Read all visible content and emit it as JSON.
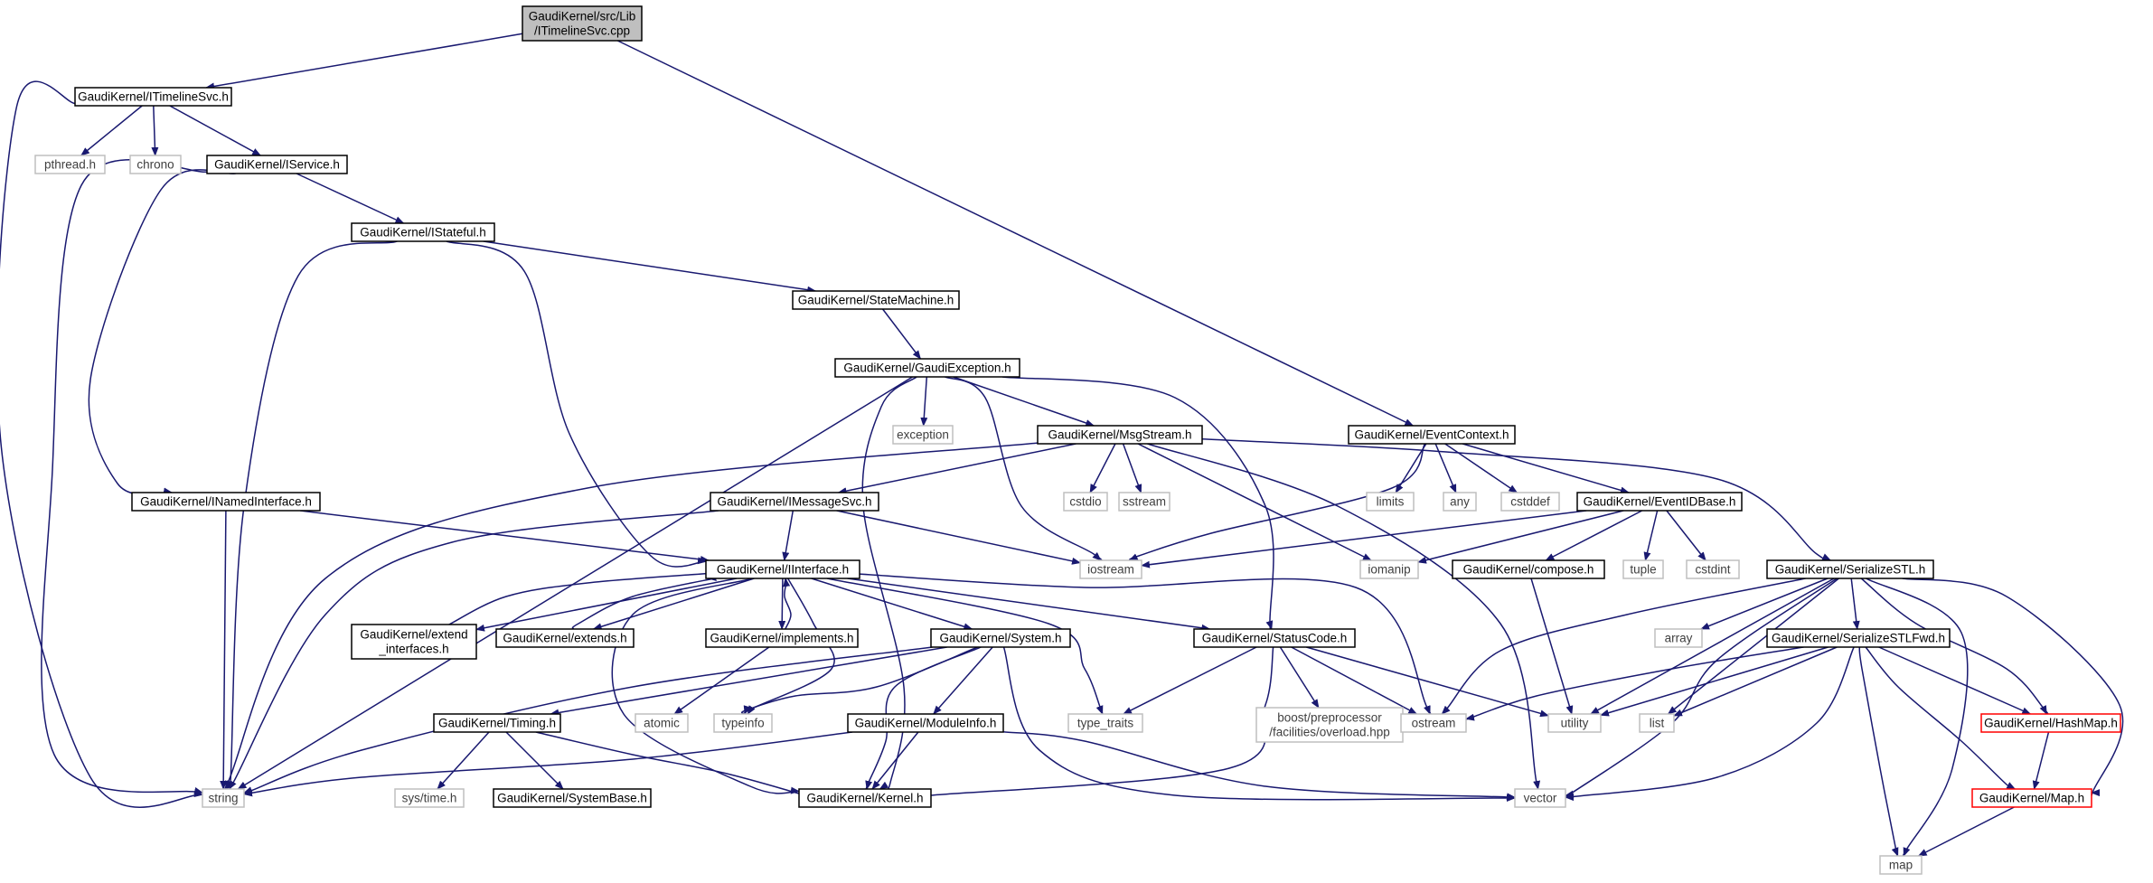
{
  "colors": {
    "edge": "#191970",
    "root_fill": "#bfbfbf",
    "node_border": "#000000",
    "external_border": "#bfbfbf",
    "truncated_border": "#ff0000"
  },
  "nodes": [
    {
      "id": "root",
      "lines": [
        "GaudiKernel/src/Lib",
        "/ITimelineSvc.cpp"
      ],
      "style": "root"
    },
    {
      "id": "itimelinesvc",
      "lines": [
        "GaudiKernel/ITimelineSvc.h"
      ],
      "style": "normal"
    },
    {
      "id": "pthread",
      "lines": [
        "pthread.h"
      ],
      "style": "external"
    },
    {
      "id": "chrono",
      "lines": [
        "chrono"
      ],
      "style": "external"
    },
    {
      "id": "iservice",
      "lines": [
        "GaudiKernel/IService.h"
      ],
      "style": "normal"
    },
    {
      "id": "istateful",
      "lines": [
        "GaudiKernel/IStateful.h"
      ],
      "style": "normal"
    },
    {
      "id": "statemachine",
      "lines": [
        "GaudiKernel/StateMachine.h"
      ],
      "style": "normal"
    },
    {
      "id": "gaudiexception",
      "lines": [
        "GaudiKernel/GaudiException.h"
      ],
      "style": "normal"
    },
    {
      "id": "exception",
      "lines": [
        "exception"
      ],
      "style": "external"
    },
    {
      "id": "msgstream",
      "lines": [
        "GaudiKernel/MsgStream.h"
      ],
      "style": "normal"
    },
    {
      "id": "eventcontext",
      "lines": [
        "GaudiKernel/EventContext.h"
      ],
      "style": "normal"
    },
    {
      "id": "inamedinterface",
      "lines": [
        "GaudiKernel/INamedInterface.h"
      ],
      "style": "normal"
    },
    {
      "id": "imessagesvc",
      "lines": [
        "GaudiKernel/IMessageSvc.h"
      ],
      "style": "normal"
    },
    {
      "id": "cstdio",
      "lines": [
        "cstdio"
      ],
      "style": "external"
    },
    {
      "id": "sstream",
      "lines": [
        "sstream"
      ],
      "style": "external"
    },
    {
      "id": "limits",
      "lines": [
        "limits"
      ],
      "style": "external"
    },
    {
      "id": "any",
      "lines": [
        "any"
      ],
      "style": "external"
    },
    {
      "id": "cstddef",
      "lines": [
        "cstddef"
      ],
      "style": "external"
    },
    {
      "id": "eventidbase",
      "lines": [
        "GaudiKernel/EventIDBase.h"
      ],
      "style": "normal"
    },
    {
      "id": "iinterface",
      "lines": [
        "GaudiKernel/IInterface.h"
      ],
      "style": "normal"
    },
    {
      "id": "iostream",
      "lines": [
        "iostream"
      ],
      "style": "external"
    },
    {
      "id": "iomanip",
      "lines": [
        "iomanip"
      ],
      "style": "external"
    },
    {
      "id": "compose",
      "lines": [
        "GaudiKernel/compose.h"
      ],
      "style": "normal"
    },
    {
      "id": "tuple",
      "lines": [
        "tuple"
      ],
      "style": "external"
    },
    {
      "id": "cstdint",
      "lines": [
        "cstdint"
      ],
      "style": "external"
    },
    {
      "id": "serializestl",
      "lines": [
        "GaudiKernel/SerializeSTL.h"
      ],
      "style": "normal"
    },
    {
      "id": "extend_interfaces",
      "lines": [
        "GaudiKernel/extend",
        "_interfaces.h"
      ],
      "style": "normal"
    },
    {
      "id": "extends",
      "lines": [
        "GaudiKernel/extends.h"
      ],
      "style": "normal"
    },
    {
      "id": "implements",
      "lines": [
        "GaudiKernel/implements.h"
      ],
      "style": "normal"
    },
    {
      "id": "system",
      "lines": [
        "GaudiKernel/System.h"
      ],
      "style": "normal"
    },
    {
      "id": "statuscode",
      "lines": [
        "GaudiKernel/StatusCode.h"
      ],
      "style": "normal"
    },
    {
      "id": "array",
      "lines": [
        "array"
      ],
      "style": "external"
    },
    {
      "id": "serializestlfwd",
      "lines": [
        "GaudiKernel/SerializeSTLFwd.h"
      ],
      "style": "normal"
    },
    {
      "id": "timing",
      "lines": [
        "GaudiKernel/Timing.h"
      ],
      "style": "normal"
    },
    {
      "id": "atomic",
      "lines": [
        "atomic"
      ],
      "style": "external"
    },
    {
      "id": "typeinfo",
      "lines": [
        "typeinfo"
      ],
      "style": "external"
    },
    {
      "id": "moduleinfo",
      "lines": [
        "GaudiKernel/ModuleInfo.h"
      ],
      "style": "normal"
    },
    {
      "id": "type_traits",
      "lines": [
        "type_traits"
      ],
      "style": "external"
    },
    {
      "id": "overload",
      "lines": [
        "boost/preprocessor",
        "/facilities/overload.hpp"
      ],
      "style": "external"
    },
    {
      "id": "ostream",
      "lines": [
        "ostream"
      ],
      "style": "external"
    },
    {
      "id": "utility",
      "lines": [
        "utility"
      ],
      "style": "external"
    },
    {
      "id": "list",
      "lines": [
        "list"
      ],
      "style": "external"
    },
    {
      "id": "hashmap",
      "lines": [
        "GaudiKernel/HashMap.h"
      ],
      "style": "truncated"
    },
    {
      "id": "string",
      "lines": [
        "string"
      ],
      "style": "external"
    },
    {
      "id": "systime",
      "lines": [
        "sys/time.h"
      ],
      "style": "external"
    },
    {
      "id": "systembase",
      "lines": [
        "GaudiKernel/SystemBase.h"
      ],
      "style": "normal"
    },
    {
      "id": "kernel",
      "lines": [
        "GaudiKernel/Kernel.h"
      ],
      "style": "normal"
    },
    {
      "id": "vector",
      "lines": [
        "vector"
      ],
      "style": "external"
    },
    {
      "id": "mapnode",
      "lines": [
        "GaudiKernel/Map.h"
      ],
      "style": "truncated"
    },
    {
      "id": "map",
      "lines": [
        "map"
      ],
      "style": "external"
    }
  ],
  "edges": [
    [
      "root",
      "itimelinesvc"
    ],
    [
      "root",
      "eventcontext"
    ],
    [
      "itimelinesvc",
      "pthread"
    ],
    [
      "itimelinesvc",
      "chrono"
    ],
    [
      "itimelinesvc",
      "iservice"
    ],
    [
      "itimelinesvc",
      "string"
    ],
    [
      "iservice",
      "istateful"
    ],
    [
      "iservice",
      "inamedinterface"
    ],
    [
      "iservice",
      "string"
    ],
    [
      "istateful",
      "statemachine"
    ],
    [
      "istateful",
      "iinterface"
    ],
    [
      "istateful",
      "string"
    ],
    [
      "statemachine",
      "gaudiexception"
    ],
    [
      "gaudiexception",
      "exception"
    ],
    [
      "gaudiexception",
      "msgstream"
    ],
    [
      "gaudiexception",
      "statuscode"
    ],
    [
      "gaudiexception",
      "iostream"
    ],
    [
      "gaudiexception",
      "string"
    ],
    [
      "gaudiexception",
      "kernel"
    ],
    [
      "msgstream",
      "imessagesvc"
    ],
    [
      "msgstream",
      "cstdio"
    ],
    [
      "msgstream",
      "sstream"
    ],
    [
      "msgstream",
      "iomanip"
    ],
    [
      "msgstream",
      "serializestl"
    ],
    [
      "msgstream",
      "vector"
    ],
    [
      "msgstream",
      "string"
    ],
    [
      "eventcontext",
      "limits"
    ],
    [
      "eventcontext",
      "any"
    ],
    [
      "eventcontext",
      "cstddef"
    ],
    [
      "eventcontext",
      "eventidbase"
    ],
    [
      "eventcontext",
      "iostream"
    ],
    [
      "eventidbase",
      "compose"
    ],
    [
      "eventidbase",
      "tuple"
    ],
    [
      "eventidbase",
      "cstdint"
    ],
    [
      "eventidbase",
      "iomanip"
    ],
    [
      "eventidbase",
      "iostream"
    ],
    [
      "inamedinterface",
      "iinterface"
    ],
    [
      "inamedinterface",
      "string"
    ],
    [
      "imessagesvc",
      "iinterface"
    ],
    [
      "imessagesvc",
      "iostream"
    ],
    [
      "imessagesvc",
      "string"
    ],
    [
      "iinterface",
      "extend_interfaces"
    ],
    [
      "iinterface",
      "extends"
    ],
    [
      "iinterface",
      "implements"
    ],
    [
      "iinterface",
      "system"
    ],
    [
      "iinterface",
      "statuscode"
    ],
    [
      "iinterface",
      "type_traits"
    ],
    [
      "iinterface",
      "ostream"
    ],
    [
      "iinterface",
      "typeinfo"
    ],
    [
      "iinterface",
      "kernel"
    ],
    [
      "extend_interfaces",
      "iinterface"
    ],
    [
      "extends",
      "iinterface"
    ],
    [
      "implements",
      "iinterface"
    ],
    [
      "implements",
      "atomic"
    ],
    [
      "system",
      "timing"
    ],
    [
      "system",
      "moduleinfo"
    ],
    [
      "system",
      "kernel"
    ],
    [
      "system",
      "typeinfo"
    ],
    [
      "system",
      "vector"
    ],
    [
      "system",
      "string"
    ],
    [
      "statuscode",
      "type_traits"
    ],
    [
      "statuscode",
      "overload"
    ],
    [
      "statuscode",
      "ostream"
    ],
    [
      "statuscode",
      "utility"
    ],
    [
      "statuscode",
      "kernel"
    ],
    [
      "timing",
      "systime"
    ],
    [
      "timing",
      "systembase"
    ],
    [
      "timing",
      "kernel"
    ],
    [
      "moduleinfo",
      "kernel"
    ],
    [
      "moduleinfo",
      "string"
    ],
    [
      "moduleinfo",
      "vector"
    ],
    [
      "compose",
      "utility"
    ],
    [
      "serializestl",
      "array"
    ],
    [
      "serializestl",
      "serializestlfwd"
    ],
    [
      "serializestl",
      "ostream"
    ],
    [
      "serializestl",
      "utility"
    ],
    [
      "serializestl",
      "list"
    ],
    [
      "serializestl",
      "vector"
    ],
    [
      "serializestl",
      "map"
    ],
    [
      "serializestl",
      "hashmap"
    ],
    [
      "serializestl",
      "mapnode"
    ],
    [
      "serializestlfwd",
      "ostream"
    ],
    [
      "serializestlfwd",
      "utility"
    ],
    [
      "serializestlfwd",
      "list"
    ],
    [
      "serializestlfwd",
      "vector"
    ],
    [
      "serializestlfwd",
      "map"
    ],
    [
      "serializestlfwd",
      "hashmap"
    ],
    [
      "serializestlfwd",
      "mapnode"
    ],
    [
      "hashmap",
      "mapnode"
    ],
    [
      "mapnode",
      "map"
    ]
  ]
}
